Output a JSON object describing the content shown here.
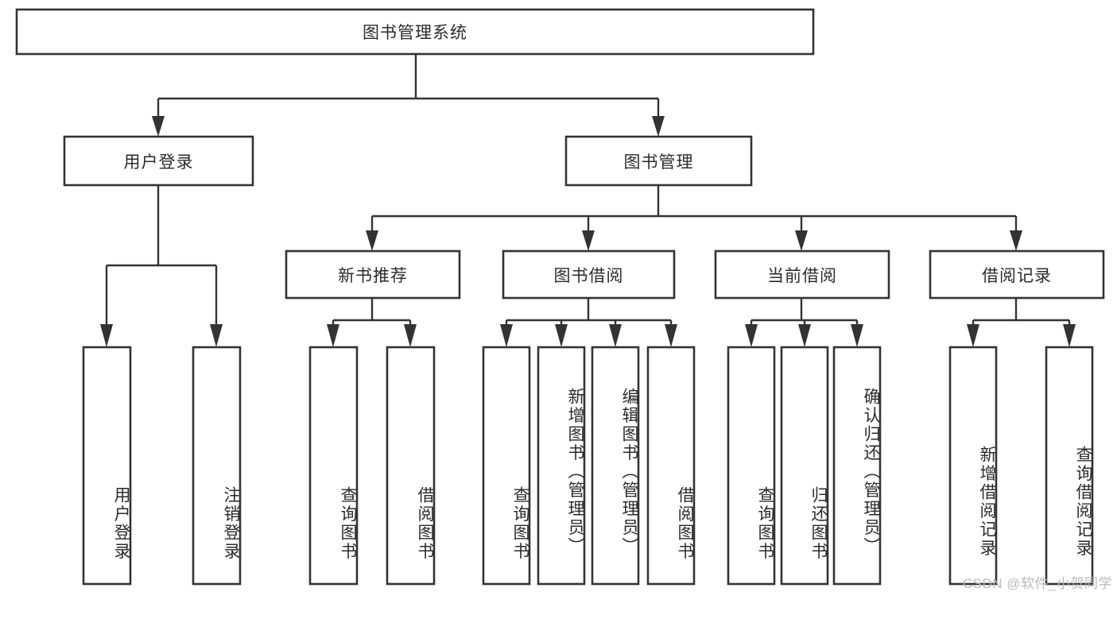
{
  "diagram": {
    "title": "图书管理系统",
    "type": "tree-hierarchy-chart",
    "watermark": "CSDN @软件_小贺同学",
    "colors": {
      "border": "#333333",
      "node_fill": "#ffffff",
      "text": "#2b2b2b",
      "background": "#ffffff",
      "watermark": "#b9b9b9"
    },
    "nodes": {
      "root": {
        "label": "图书管理系统",
        "orientation": "horizontal"
      },
      "l1": [
        {
          "id": "user-login",
          "label": "用户登录",
          "orientation": "horizontal"
        },
        {
          "id": "book-manage",
          "label": "图书管理",
          "orientation": "horizontal"
        }
      ],
      "l2": [
        {
          "id": "new-book-recommend",
          "label": "新书推荐",
          "orientation": "horizontal"
        },
        {
          "id": "book-borrow",
          "label": "图书借阅",
          "orientation": "horizontal"
        },
        {
          "id": "current-borrow",
          "label": "当前借阅",
          "orientation": "horizontal"
        },
        {
          "id": "borrow-record",
          "label": "借阅记录",
          "orientation": "horizontal"
        }
      ],
      "leaves": {
        "user-login": [
          {
            "id": "leaf-user-login",
            "label": "用户登录",
            "orientation": "vertical"
          },
          {
            "id": "leaf-user-logout",
            "label": "注销登录",
            "orientation": "vertical"
          }
        ],
        "new-book-recommend": [
          {
            "id": "leaf-query-books-1",
            "label": "查询图书",
            "orientation": "vertical"
          },
          {
            "id": "leaf-borrow-books-1",
            "label": "借阅图书",
            "orientation": "vertical"
          }
        ],
        "book-borrow": [
          {
            "id": "leaf-query-books-2",
            "label": "查询图书",
            "orientation": "vertical"
          },
          {
            "id": "leaf-add-book",
            "label": "新增图书（管理员）",
            "orientation": "vertical"
          },
          {
            "id": "leaf-edit-book",
            "label": "编辑图书（管理员）",
            "orientation": "vertical"
          },
          {
            "id": "leaf-borrow-books-2",
            "label": "借阅图书",
            "orientation": "vertical"
          }
        ],
        "current-borrow": [
          {
            "id": "leaf-query-books-3",
            "label": "查询图书",
            "orientation": "vertical"
          },
          {
            "id": "leaf-return-book",
            "label": "归还图书",
            "orientation": "vertical"
          },
          {
            "id": "leaf-confirm-return",
            "label": "确认归还（管理员）",
            "orientation": "vertical"
          }
        ],
        "borrow-record": [
          {
            "id": "leaf-add-record",
            "label": "新增借阅记录",
            "orientation": "vertical"
          },
          {
            "id": "leaf-query-record",
            "label": "查询借阅记录",
            "orientation": "vertical"
          }
        ]
      }
    }
  }
}
